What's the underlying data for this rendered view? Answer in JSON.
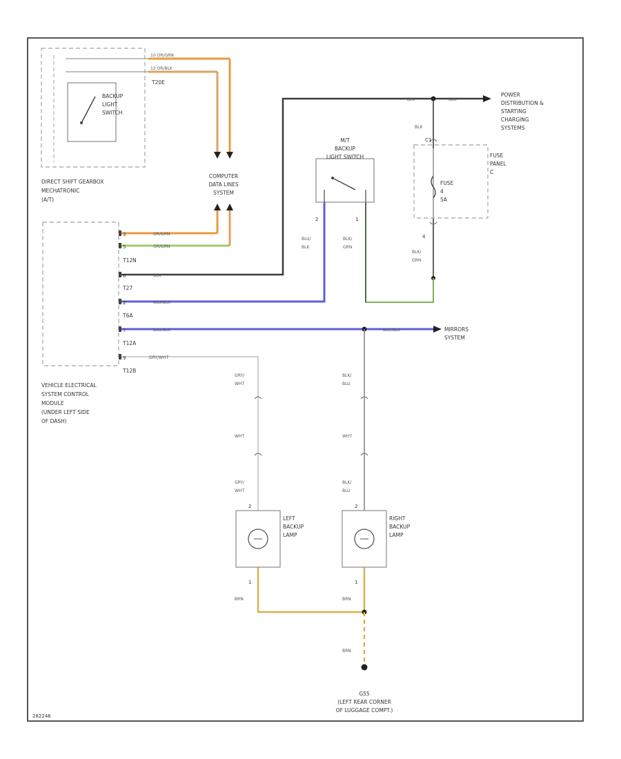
{
  "colors": {
    "orange": "#e89a3c",
    "orange_tan": "#d9a15a",
    "green": "#7fb05a",
    "black": "#3a3a3a",
    "blue": "#5c5ce0",
    "gray_white": "#d0d0d0",
    "brown": "#d7b04a",
    "border": "#555555"
  },
  "transmission_module": {
    "label": [
      "DIRECT SHIFT GEARBOX",
      "MECHATRONIC",
      "(A/T)"
    ],
    "wire1": "10  OR/GRN",
    "wire2": "12  OR/BLK",
    "connector": "T20E",
    "switch_label": [
      "BACKUP",
      "LIGHT",
      "SWITCH"
    ]
  },
  "data_bus": {
    "label": [
      "COMPUTER",
      "DATA LINES",
      "SYSTEM"
    ]
  },
  "power": {
    "label": [
      "POWER",
      "DISTRIBUTION &",
      "STARTING",
      "CHARGING",
      "SYSTEMS"
    ],
    "wire_left": "BLK",
    "wire_right": "BLK"
  },
  "fuse_panel": {
    "label": [
      "FUSE",
      "PANEL",
      "C"
    ],
    "fuse_label": [
      "FUSE",
      "4",
      "5A"
    ],
    "wire_top": "BLK",
    "pin_top": "C1",
    "pin_bottom": "4",
    "wire_bottom": [
      "BLK/",
      "GRN"
    ]
  },
  "mt_switch": {
    "label": [
      "M/T",
      "BACKUP",
      "LIGHT SWITCH"
    ],
    "pin_left": "2",
    "pin_right": "1",
    "wire_left": [
      "BLU/",
      "BLK"
    ],
    "wire_right": [
      "BLK/",
      "GRN"
    ]
  },
  "vecm": {
    "label": [
      "VEHICLE ELECTRICAL",
      "SYSTEM CONTROL",
      "MODULE",
      "(UNDER LEFT SIDE",
      "OF DASH)"
    ],
    "pins": [
      {
        "pin": "3",
        "wire": "OR/GRN",
        "connector": ""
      },
      {
        "pin": "5",
        "wire": "OR/GRN",
        "connector": "T12N"
      },
      {
        "pin": "6",
        "wire": "BLK",
        "connector": "T27"
      },
      {
        "pin": "2",
        "wire": "BLU/BLK",
        "connector": "T6A"
      },
      {
        "pin": "7",
        "wire": "BLU/BLK",
        "connector": "T12A"
      },
      {
        "pin": "9",
        "wire": "GRY/WHT",
        "connector": "T12B"
      }
    ]
  },
  "mirrors": {
    "label": [
      "MIRRORS",
      "SYSTEM"
    ],
    "wire": "BLU/BLK"
  },
  "left_lamp": {
    "label": [
      "LEFT",
      "BACKUP",
      "LAMP"
    ],
    "wire_a": [
      "GRY/",
      "WHT"
    ],
    "wire_b": "WHT",
    "wire_c": [
      "GRY/",
      "WHT"
    ],
    "pin_top": "2",
    "pin_bottom": "1",
    "wire_ground": "BRN"
  },
  "right_lamp": {
    "label": [
      "RIGHT",
      "BACKUP",
      "LAMP"
    ],
    "wire_a": [
      "BLK/",
      "BLU"
    ],
    "wire_b": "WHT",
    "wire_c": [
      "BLK/",
      "BLU"
    ],
    "pin_top": "2",
    "pin_bottom": "1",
    "wire_ground": "BRN"
  },
  "ground": {
    "label": [
      "G55",
      "(LEFT REAR CORNER",
      "OF LUGGAGE COMPT.)"
    ],
    "wire": "BRN"
  },
  "figure_id": "282246"
}
